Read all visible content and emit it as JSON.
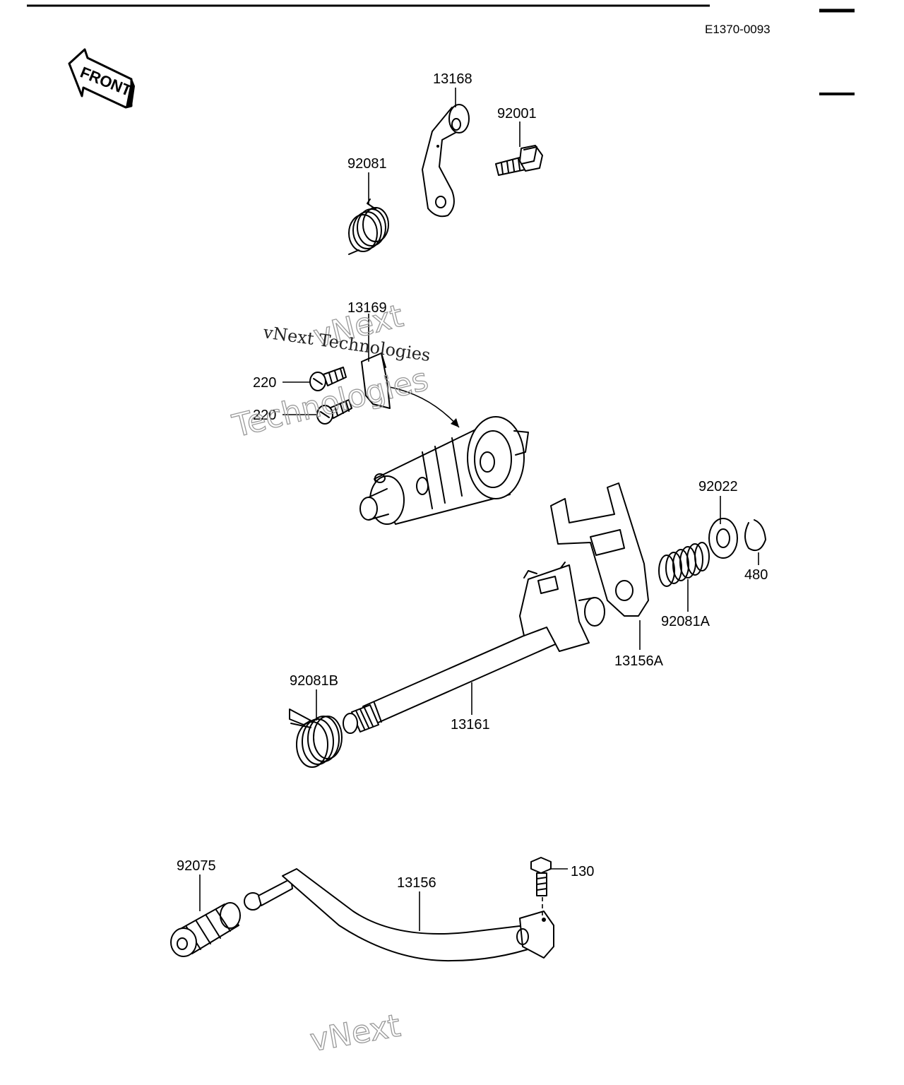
{
  "drawing_code": "E1370-0093",
  "front_label": "FRONT",
  "watermark": {
    "line1": "vNext",
    "line2": "Technologies",
    "serif": "vNext Technologies"
  },
  "callouts": [
    {
      "id": "13168",
      "text": "13168"
    },
    {
      "id": "92001",
      "text": "92001"
    },
    {
      "id": "92081",
      "text": "92081"
    },
    {
      "id": "13169",
      "text": "13169"
    },
    {
      "id": "220a",
      "text": "220"
    },
    {
      "id": "220b",
      "text": "220"
    },
    {
      "id": "92022",
      "text": "92022"
    },
    {
      "id": "480",
      "text": "480"
    },
    {
      "id": "92081A",
      "text": "92081A"
    },
    {
      "id": "13156A",
      "text": "13156A"
    },
    {
      "id": "92081B",
      "text": "92081B"
    },
    {
      "id": "13161",
      "text": "13161"
    },
    {
      "id": "92075",
      "text": "92075"
    },
    {
      "id": "13156",
      "text": "13156"
    },
    {
      "id": "130",
      "text": "130"
    }
  ]
}
